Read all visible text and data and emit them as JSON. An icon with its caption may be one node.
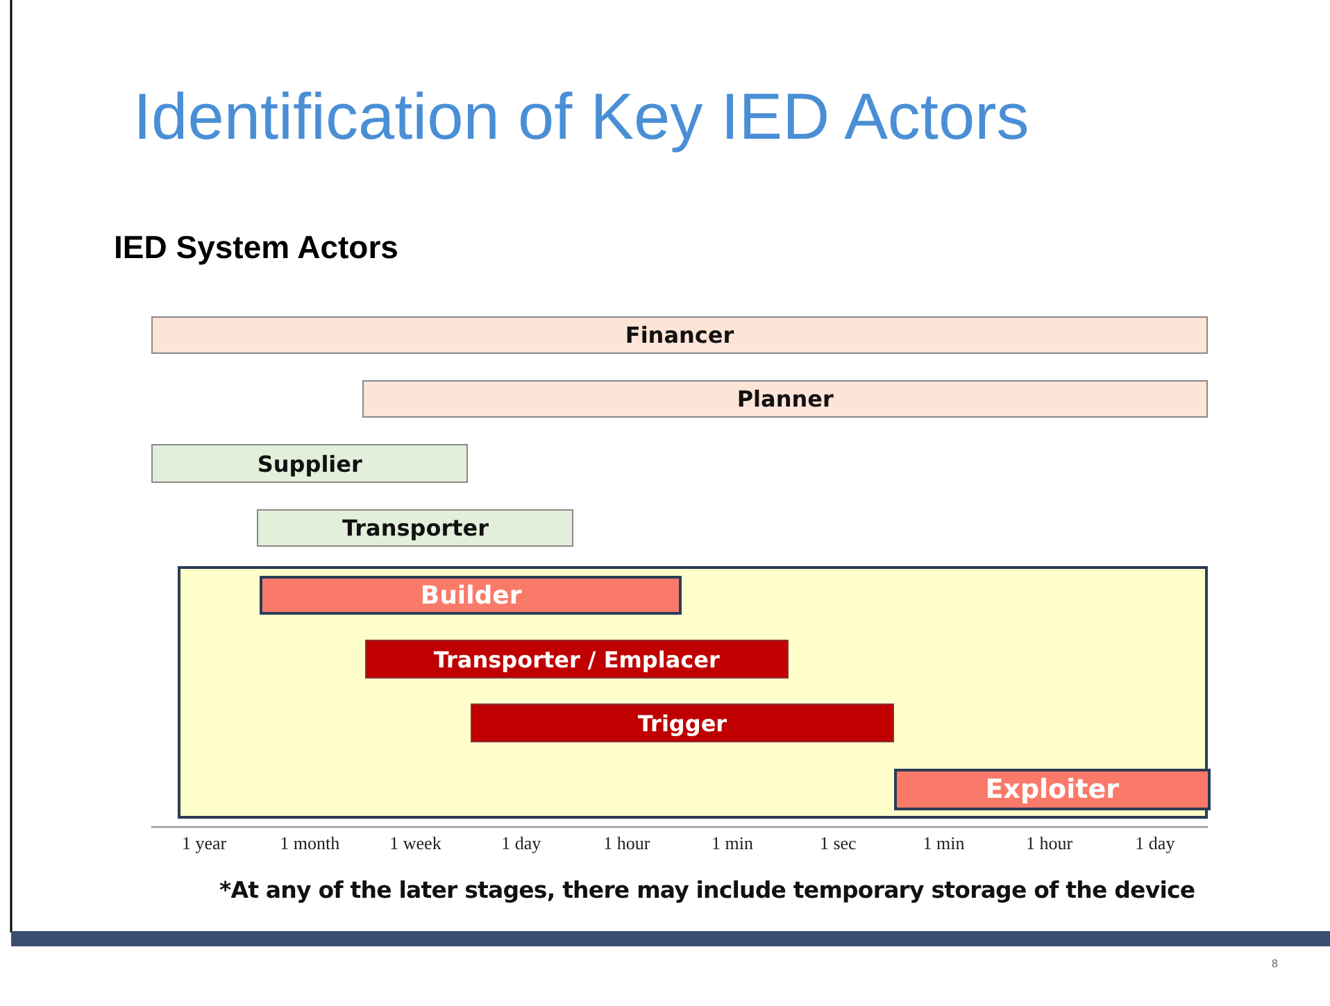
{
  "diagram": {
    "title": "Identification of Key IED Actors",
    "nodes": [
      {
        "text": [
          "Financer"
        ]
      },
      {
        "text": [
          "Planner"
        ]
      },
      {
        "text": [
          "Supplier"
        ]
      },
      {
        "text": [
          "Transporter"
        ]
      },
      {
        "text": [],
        "shape": "box"
      },
      {
        "text": [
          "Builder"
        ],
        "in": 4
      },
      {
        "text": [
          "Transporter / Emplacer"
        ],
        "in": 4
      },
      {
        "text": [
          "Trigger"
        ],
        "in": 4
      },
      {
        "text": [
          "Exploiter"
        ],
        "in": 4
      }
    ],
    "labels": [
      "IED System Actors",
      "1 year",
      "1 month",
      "1 week",
      "1 day",
      "1 hour",
      "1 min",
      "1 sec",
      "1 min",
      "1 hour",
      "1 day",
      "*At any of the later stages, there may include temporary storage of the device",
      "8"
    ]
  }
}
